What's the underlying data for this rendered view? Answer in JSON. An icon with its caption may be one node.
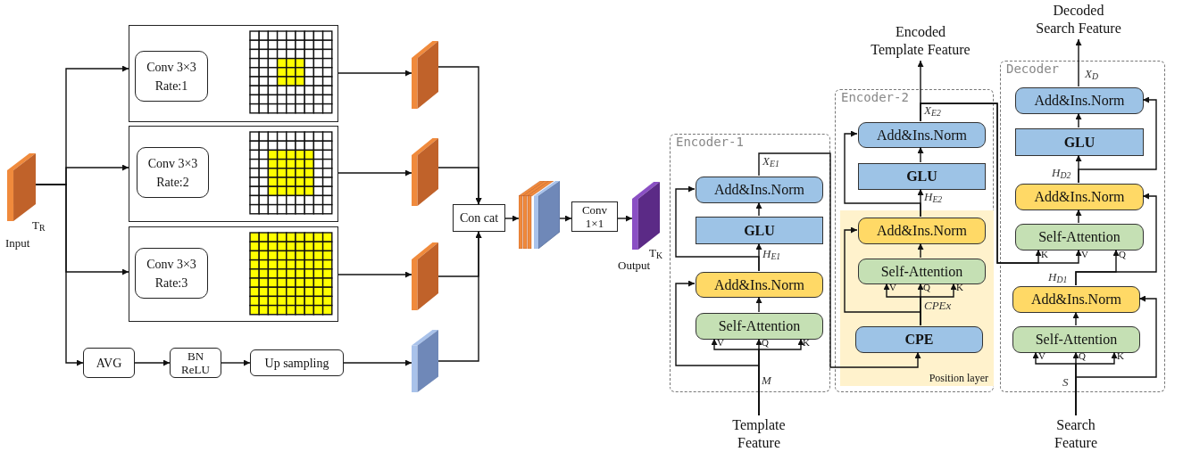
{
  "diagram": {
    "nodes": [
      {
        "text": [],
        "shape": "box",
        "beside": [
          "T$_{R}$",
          "Input"
        ]
      },
      {
        "text": [],
        "shape": "box"
      },
      {
        "text": [
          "Conv 3×3 Rate:1"
        ],
        "in": 1
      },
      {
        "text": [],
        "shape": "box"
      },
      {
        "text": [
          "Conv 3×3 Rate:2"
        ],
        "in": 3
      },
      {
        "text": [],
        "shape": "box"
      },
      {
        "text": [
          "Conv 3×3 Rate:3"
        ],
        "in": 5
      },
      {
        "text": [
          "AVG"
        ]
      },
      {
        "text": [
          "BN ReLU"
        ]
      },
      {
        "text": [
          "Up sampling"
        ]
      },
      {
        "text": [],
        "shape": "box"
      },
      {
        "text": [],
        "shape": "box"
      },
      {
        "text": [],
        "shape": "box"
      },
      {
        "text": [],
        "shape": "box"
      },
      {
        "text": [
          "Con cat"
        ]
      },
      {
        "text": [],
        "shape": "box"
      },
      {
        "text": [
          "Conv 1×1"
        ]
      },
      {
        "text": [],
        "shape": "box",
        "beside": [
          "T$_{K}$",
          "Output"
        ]
      },
      {
        "text": [
          "Encoder-1"
        ]
      },
      {
        "text": [
          "Add&Ins.Norm"
        ],
        "in": 18
      },
      {
        "text": [
          "GLU"
        ],
        "in": 18
      },
      {
        "text": [
          "Add&Ins.Norm"
        ],
        "in": 18
      },
      {
        "text": [
          "Self-Attention"
        ],
        "in": 18
      },
      {
        "text": [
          "Template Feature"
        ]
      },
      {
        "text": [
          "Encoder-2"
        ]
      },
      {
        "text": [
          "Add&Ins.Norm"
        ],
        "in": 24
      },
      {
        "text": [
          "GLU"
        ],
        "in": 24
      },
      {
        "text": [
          "Position layer"
        ],
        "in": 24
      },
      {
        "text": [
          "Add&Ins.Norm"
        ],
        "in": 27
      },
      {
        "text": [
          "Self-Attention"
        ],
        "in": 27
      },
      {
        "text": [
          "CPE"
        ],
        "in": 27
      },
      {
        "text": [
          "Encoded Template Feature"
        ]
      },
      {
        "text": [
          "Decoder"
        ]
      },
      {
        "text": [
          "Add&Ins.Norm"
        ],
        "in": 32
      },
      {
        "text": [
          "GLU"
        ],
        "in": 32
      },
      {
        "text": [
          "Add&Ins.Norm"
        ],
        "in": 32
      },
      {
        "text": [
          "Self-Attention"
        ],
        "in": 32
      },
      {
        "text": [
          "Add&Ins.Norm"
        ],
        "in": 32
      },
      {
        "text": [
          "Self-Attention"
        ],
        "in": 32
      },
      {
        "text": [
          "Decoded Search Feature"
        ]
      },
      {
        "text": [
          "Search Feature"
        ]
      }
    ],
    "edges": [
      {
        "from": 0,
        "to": 1,
        "arrow": "to"
      },
      {
        "from": 0,
        "to": 3,
        "arrow": "to"
      },
      {
        "from": 0,
        "to": 5,
        "arrow": "to"
      },
      {
        "from": 0,
        "to": 7,
        "arrow": "to"
      },
      {
        "from": 1,
        "to": 10,
        "arrow": "to"
      },
      {
        "from": 3,
        "to": 11,
        "arrow": "to"
      },
      {
        "from": 5,
        "to": 12,
        "arrow": "to"
      },
      {
        "from": 7,
        "to": 8,
        "arrow": "to"
      },
      {
        "from": 8,
        "to": 9,
        "arrow": "to"
      },
      {
        "from": 9,
        "to": 13,
        "arrow": "to"
      },
      {
        "from": 10,
        "to": 14,
        "arrow": "to"
      },
      {
        "from": 11,
        "to": 14,
        "arrow": "to"
      },
      {
        "from": 12,
        "to": 14,
        "arrow": "to"
      },
      {
        "from": 13,
        "to": 14,
        "arrow": "to"
      },
      {
        "from": 14,
        "to": 15,
        "arrow": "to"
      },
      {
        "from": 15,
        "to": 16,
        "arrow": "to"
      },
      {
        "from": 16,
        "to": 17,
        "arrow": "to"
      },
      {
        "from": 23,
        "to": 22,
        "arrow": "to"
      },
      {
        "from": 23,
        "to": 22,
        "arrow": "to"
      },
      {
        "from": 23,
        "to": 22,
        "arrow": "to"
      },
      {
        "from": 23,
        "to": 21,
        "arrow": "to"
      },
      {
        "from": 22,
        "to": 21,
        "arrow": "to"
      },
      {
        "from": 21,
        "to": 20,
        "arrow": "to"
      },
      {
        "from": 21,
        "to": 19,
        "arrow": "to"
      },
      {
        "from": 20,
        "to": 19,
        "arrow": "to"
      },
      {
        "from": 19,
        "to": 30,
        "arrow": "to"
      },
      {
        "from": 30,
        "to": 29,
        "arrow": "to"
      },
      {
        "from": 30,
        "to": 29,
        "arrow": "to"
      },
      {
        "from": 30,
        "to": 29,
        "arrow": "to"
      },
      {
        "from": 30,
        "to": 28,
        "arrow": "to"
      },
      {
        "from": 29,
        "to": 28,
        "arrow": "to"
      },
      {
        "from": 28,
        "to": 26,
        "arrow": "to"
      },
      {
        "from": 28,
        "to": 25,
        "arrow": "to"
      },
      {
        "from": 26,
        "to": 25,
        "arrow": "to"
      },
      {
        "from": 25,
        "to": 31,
        "arrow": "to"
      },
      {
        "from": 25,
        "to": 36,
        "arrow": "to"
      },
      {
        "from": 25,
        "to": 36,
        "arrow": "to"
      },
      {
        "from": 40,
        "to": 38,
        "arrow": "to"
      },
      {
        "from": 40,
        "to": 38,
        "arrow": "to"
      },
      {
        "from": 40,
        "to": 38,
        "arrow": "to"
      },
      {
        "from": 40,
        "to": 37,
        "arrow": "to"
      },
      {
        "from": 38,
        "to": 37,
        "arrow": "to"
      },
      {
        "from": 37,
        "to": 36,
        "arrow": "to"
      },
      {
        "from": 37,
        "to": 35,
        "arrow": "to"
      },
      {
        "from": 36,
        "to": 35,
        "arrow": "to"
      },
      {
        "from": 35,
        "to": 34,
        "arrow": "to"
      },
      {
        "from": 35,
        "to": 33,
        "arrow": "to"
      },
      {
        "from": 34,
        "to": 33,
        "arrow": "to"
      },
      {
        "from": 33,
        "to": 39,
        "arrow": "to"
      }
    ],
    "labels": [
      "X$_{E1}$",
      "H$_{E1}$",
      "V",
      "Q",
      "K",
      "M",
      "X$_{E2}$",
      "H$_{E2}$",
      "V",
      "Q",
      "K",
      "CPEx",
      "X$_{D}$",
      "H$_{D2}$",
      "K",
      "V",
      "Q",
      "H$_{D1}$",
      "V",
      "Q",
      "K",
      "S"
    ]
  }
}
